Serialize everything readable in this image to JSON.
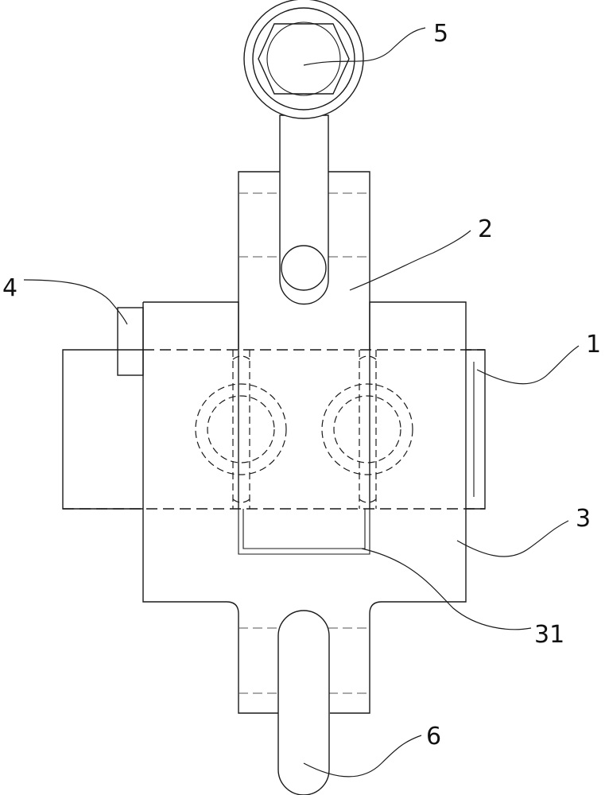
{
  "labels": {
    "l1": "1",
    "l2": "2",
    "l3": "3",
    "l4": "4",
    "l5": "5",
    "l6": "6",
    "l31": "31"
  }
}
